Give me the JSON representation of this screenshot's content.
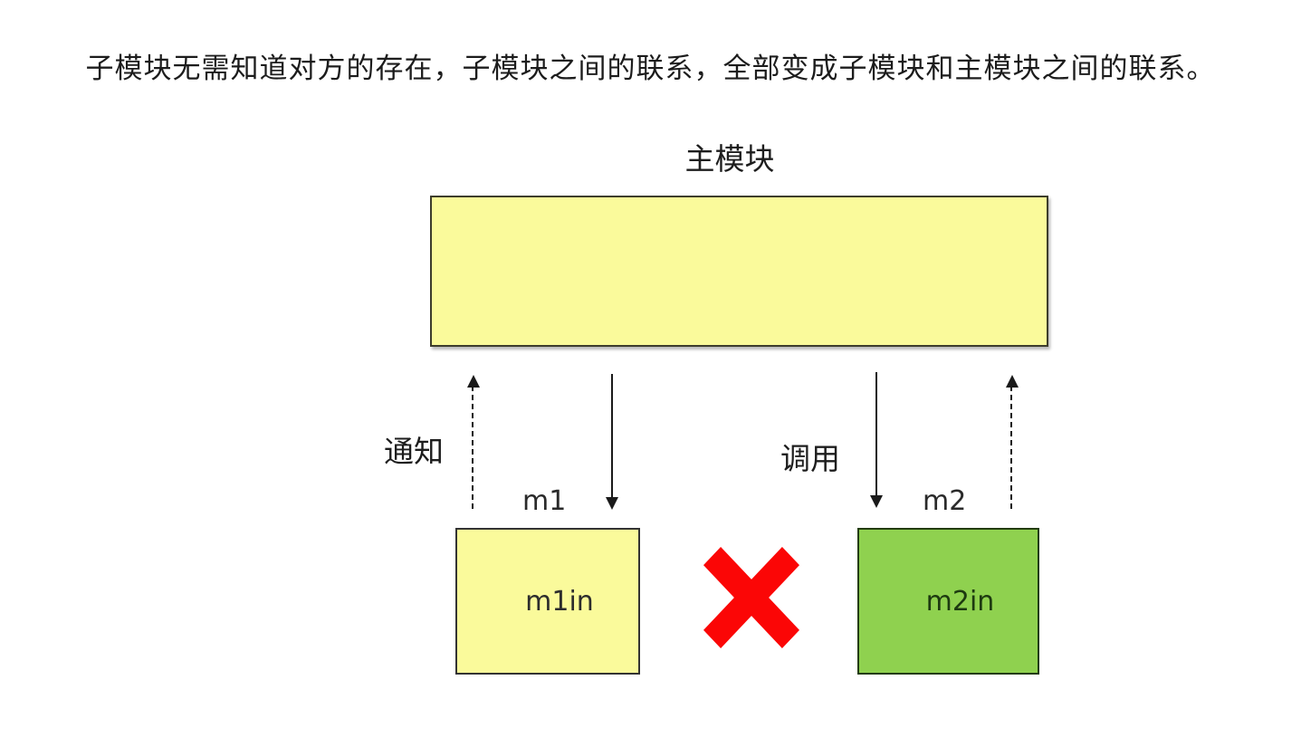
{
  "caption": "子模块无需知道对方的存在，子模块之间的联系，全部变成子模块和主模块之间的联系。",
  "diagram": {
    "main_module": {
      "label": "主模块",
      "fill": "#FAFA9B"
    },
    "left": {
      "arrow_label": "通知",
      "dashed_arrow_direction": "up",
      "solid_arrow_direction": "down",
      "module_label": "m1",
      "box_text": "m1in",
      "fill": "#FAFA9B"
    },
    "right": {
      "arrow_label": "调用",
      "dashed_arrow_direction": "up",
      "solid_arrow_direction": "down",
      "module_label": "m2",
      "box_text": "m2in",
      "fill": "#8FD14F"
    },
    "forbidden": {
      "icon": "red-x-icon",
      "meaning": "子模块之间不能直接联系",
      "color": "#FB0606"
    },
    "colors": {
      "arrow": "#1a1a1a",
      "main_module_border": "#3d3d2c",
      "m2_border": "#233c10"
    }
  }
}
